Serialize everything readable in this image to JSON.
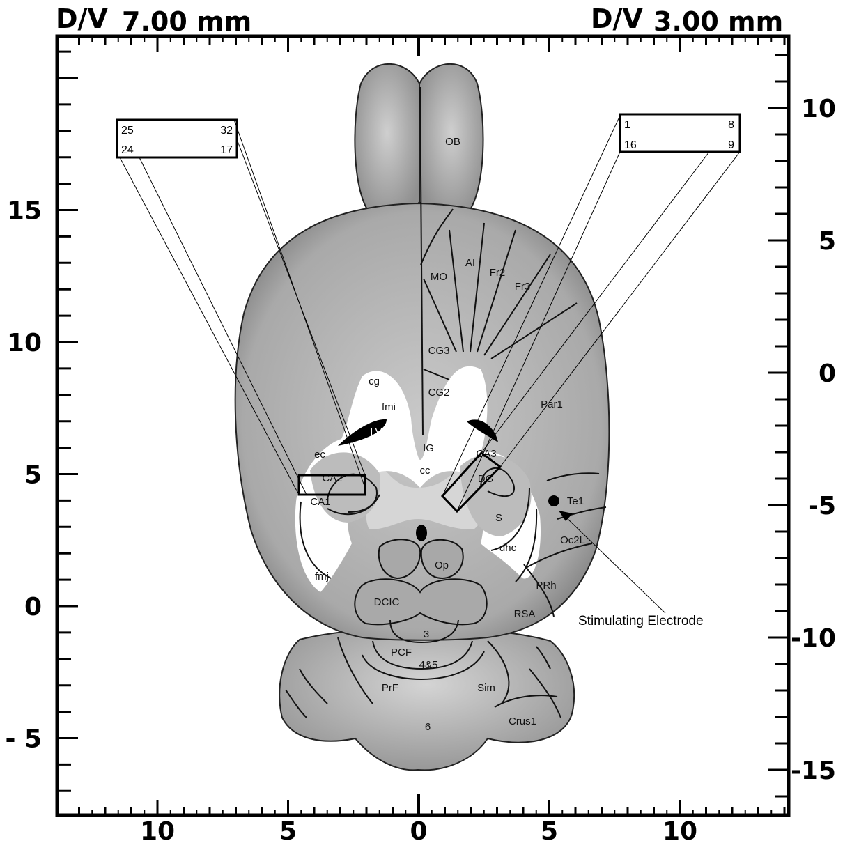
{
  "header": {
    "left_label": "D/V",
    "left_value": "7.00 mm",
    "right_label": "D/V",
    "right_value": "3.00 mm"
  },
  "axes": {
    "bottom_ticks": [
      "10",
      "5",
      "0",
      "5",
      "10"
    ],
    "left_ticks": [
      "15",
      "10",
      "5",
      "0",
      "- 5"
    ],
    "right_ticks": [
      "10",
      "5",
      "0",
      "-5",
      "-10",
      "-15"
    ]
  },
  "regions": {
    "OB": "OB",
    "MO": "MO",
    "AI": "AI",
    "Fr2": "Fr2",
    "Fr3": "Fr3",
    "CG3": "CG3",
    "CG2": "CG2",
    "cg": "cg",
    "fmi": "fmi",
    "LV": "LV",
    "IG": "IG",
    "cc": "cc",
    "ec": "ec",
    "CA2": "CA2",
    "CA1": "CA1",
    "CA3": "CA3",
    "DG": "DG",
    "Par1": "Par1",
    "Te1": "Te1",
    "S": "S",
    "Oc2L": "Oc2L",
    "dhc": "dhc",
    "fmj": "fmj",
    "Op": "Op",
    "DCIC": "DCIC",
    "PRh": "PRh",
    "RSA": "RSA",
    "n3": "3",
    "PCF": "PCF",
    "n45": "4&5",
    "PrF": "PrF",
    "Sim": "Sim",
    "Crus1": "Crus1",
    "n6": "6"
  },
  "left_array": {
    "tl": "25",
    "tr": "32",
    "bl": "24",
    "br": "17"
  },
  "right_array": {
    "tl": "1",
    "tr": "8",
    "bl": "16",
    "br": "9"
  },
  "stimulating_electrode": "Stimulating Electrode",
  "colors": {
    "tissue": "#bdbdbd",
    "tissue_dark": "#8a8a8a",
    "ventricle": "#ffffff",
    "ink": "#000000"
  }
}
